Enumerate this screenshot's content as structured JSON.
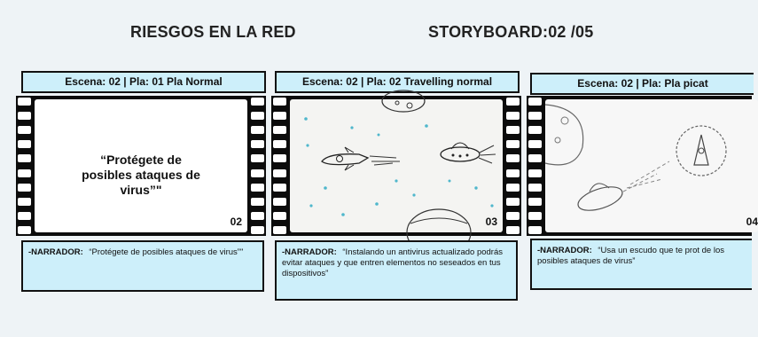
{
  "header": {
    "title": "RIESGOS EN LA RED",
    "storyboard": "STORYBOARD:02 /05"
  },
  "panels": [
    {
      "scene_label": "Escena: 02 | Pla: 01 Pla Normal",
      "frame_text": "“Protégete de posibles ataques de virus”\"",
      "frame_number": "02",
      "narrator_label": "-NARRADOR:",
      "narrator_text": "“Protégete de posibles ataques de virus”\""
    },
    {
      "scene_label": "Escena: 02 | Pla: 02 Travelling normal",
      "frame_number": "03",
      "narrator_label": "-NARRADOR:",
      "narrator_text": "“Instalando un antivirus actualizado podrás evitar ataques y que entren elementos no seseados en tus dispositivos”"
    },
    {
      "scene_label": "Escena: 02 | Pla: Pla picat",
      "frame_number": "04",
      "narrator_label": "-NARRADOR:",
      "narrator_text": "“Usa un escudo que te prot de los posibles ataques de virus”"
    }
  ]
}
